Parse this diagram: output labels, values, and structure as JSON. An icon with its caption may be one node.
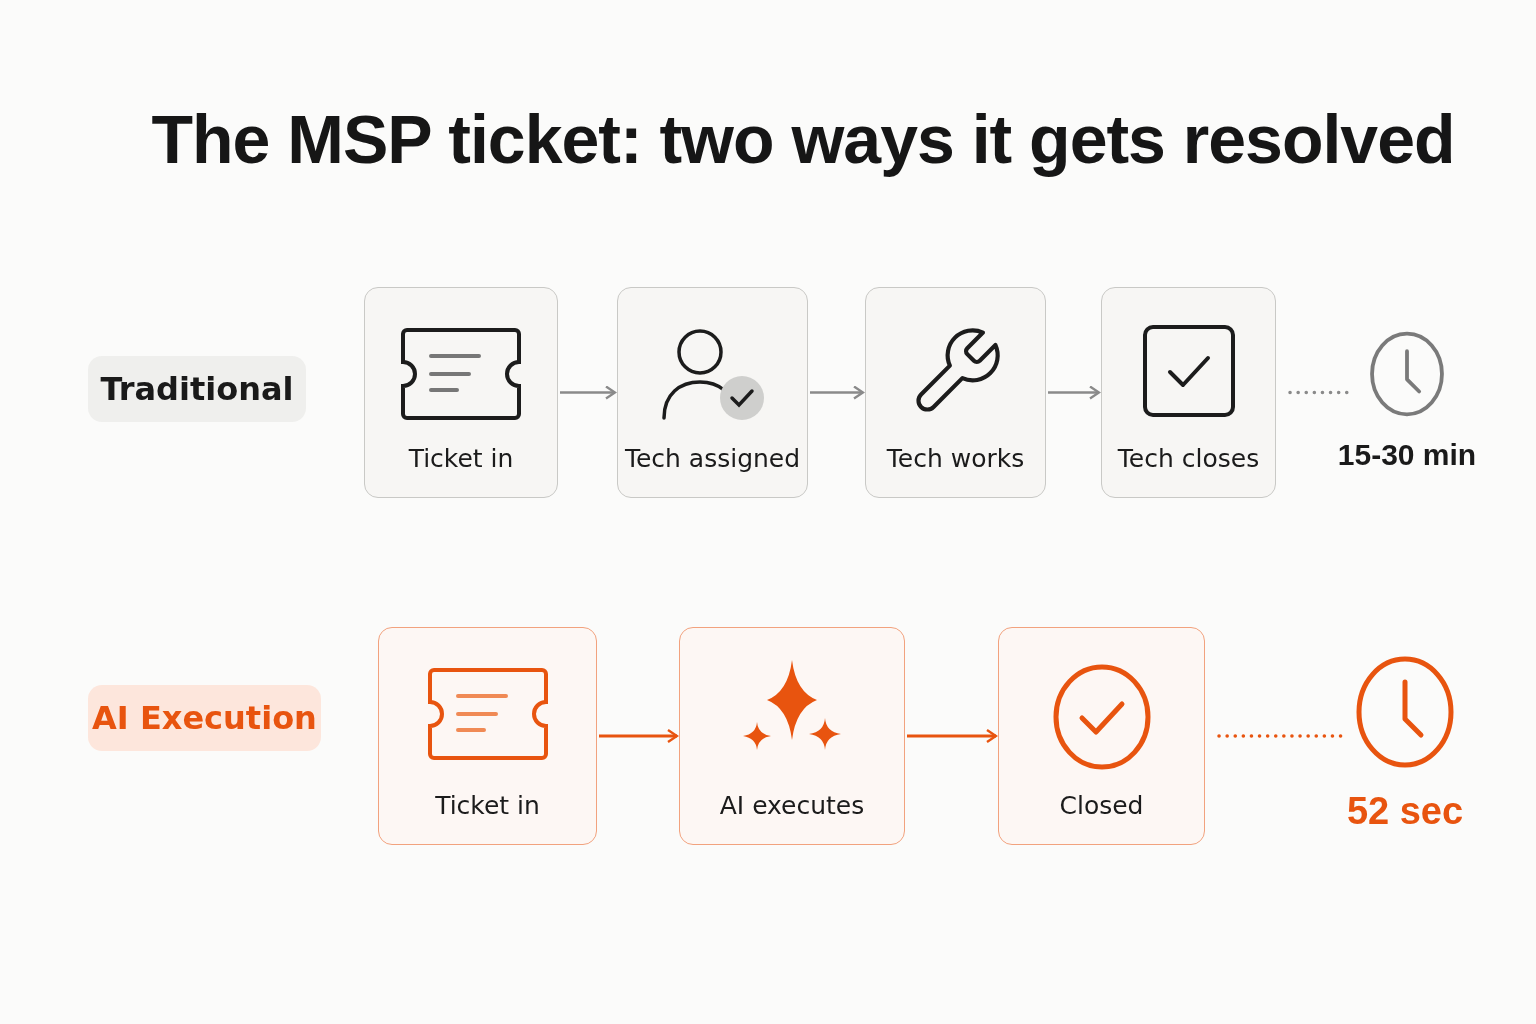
{
  "diagram": {
    "title": "The MSP ticket: two ways it gets resolved",
    "nodes": [
      {
        "text": [
          "Traditional"
        ]
      },
      {
        "text": [
          "Ticket in"
        ]
      },
      {
        "text": [
          "Tech assigned"
        ]
      },
      {
        "text": [
          "Tech works"
        ]
      },
      {
        "text": [
          "Tech closes"
        ]
      },
      {
        "text": [
          "15-30 min"
        ]
      },
      {
        "text": [
          "AI Execution"
        ]
      },
      {
        "text": [
          "Ticket in"
        ]
      },
      {
        "text": [
          "AI executes"
        ]
      },
      {
        "text": [
          "Closed"
        ]
      },
      {
        "text": [
          "52 sec"
        ]
      }
    ],
    "edges": [
      {
        "from": 1,
        "to": 2,
        "arrow": "to"
      },
      {
        "from": 2,
        "to": 3,
        "arrow": "to"
      },
      {
        "from": 3,
        "to": 4,
        "arrow": "to"
      },
      {
        "from": 4,
        "to": 5,
        "arrow": "none",
        "style": "dashed"
      },
      {
        "from": 7,
        "to": 8,
        "arrow": "to",
        "color": "#e8540f"
      },
      {
        "from": 8,
        "to": 9,
        "arrow": "to",
        "color": "#e8540f"
      },
      {
        "from": 9,
        "to": 10,
        "arrow": "none",
        "style": "dashed",
        "color": "#e8540f"
      }
    ]
  }
}
